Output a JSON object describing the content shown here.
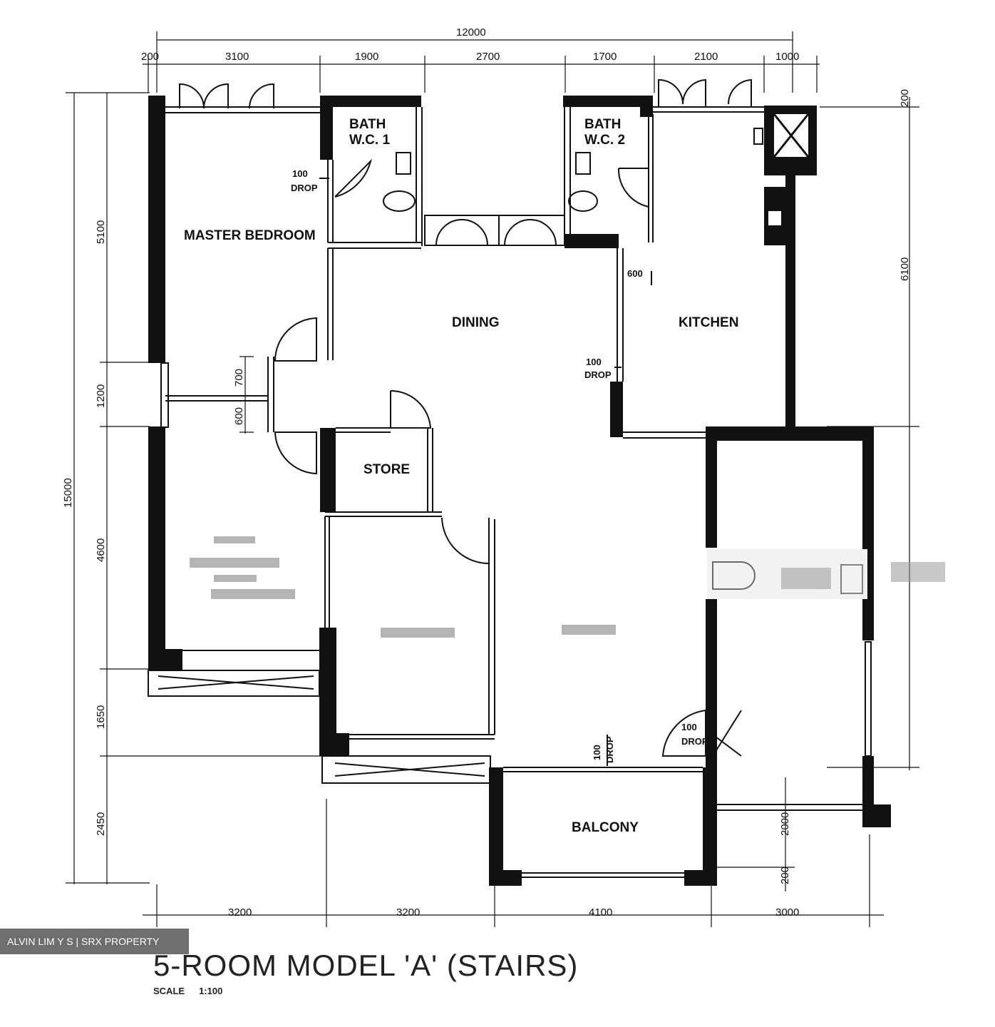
{
  "title": "5-ROOM MODEL 'A' (STAIRS)",
  "scale": {
    "label": "SCALE",
    "value": "1:100"
  },
  "watermark": "ALVIN LIM Y S | SRX PROPERTY",
  "rooms": {
    "master_bedroom": "MASTER BEDROOM",
    "bath1_line1": "BATH",
    "bath1_line2": "W.C. 1",
    "bath2_line1": "BATH",
    "bath2_line2": "W.C. 2",
    "dining": "DINING",
    "kitchen": "KITCHEN",
    "store": "STORE",
    "balcony": "BALCONY"
  },
  "drops": {
    "drop_a_value": "100",
    "drop_a_label": "DROP",
    "drop_b_value": "600",
    "drop_c_value": "100",
    "drop_c_label": "DROP",
    "drop_d_value": "100",
    "drop_d_label": "DROP",
    "drop_e_value": "100",
    "drop_e_label": "DROP"
  },
  "dimensions": {
    "top_total": "12000",
    "top_segments": [
      "200",
      "3100",
      "1900",
      "2700",
      "1700",
      "2100",
      "1000"
    ],
    "bottom_segments": [
      "3200",
      "3200",
      "4100",
      "3000"
    ],
    "left_total": "15000",
    "left_segments": [
      "5100",
      "1200",
      "4600",
      "1650",
      "2450"
    ],
    "left_inner": [
      "700",
      "600"
    ],
    "right_segments": [
      "200",
      "6100",
      "2000",
      "200"
    ]
  }
}
